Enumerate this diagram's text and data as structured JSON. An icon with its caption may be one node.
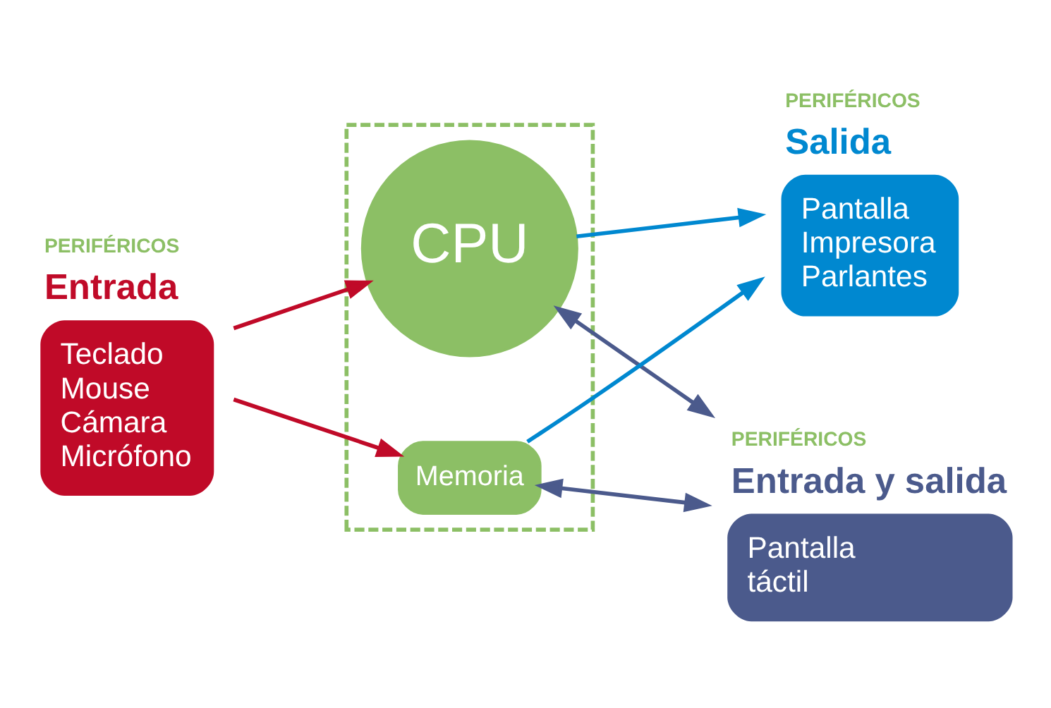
{
  "diagram": {
    "nodes": [
      {
        "text": [],
        "shape": "box"
      },
      {
        "text": [
          "CPU"
        ],
        "in": 0
      },
      {
        "text": [
          "Memoria"
        ],
        "in": 0
      },
      {
        "text": [
          "PERIFÉRICOS",
          "Entrada",
          "Teclado Mouse Cámara Micrófono"
        ]
      },
      {
        "text": [
          "PERIFÉRICOS",
          "Salida",
          "Pantalla Impresora Parlantes"
        ]
      },
      {
        "text": [
          "PERIFÉRICOS",
          "Entrada y salida",
          "Pantalla táctil"
        ]
      }
    ],
    "edges": [
      {
        "from": 3,
        "to": 1,
        "arrow": "to",
        "color": "#c00a28"
      },
      {
        "from": 3,
        "to": 2,
        "arrow": "to",
        "color": "#c00a28"
      },
      {
        "from": 1,
        "to": 4,
        "arrow": "to",
        "color": "#0088d0"
      },
      {
        "from": 2,
        "to": 4,
        "arrow": "to",
        "color": "#0088d0"
      },
      {
        "from": 1,
        "to": 5,
        "arrow": "both",
        "color": "#4b5a8c"
      },
      {
        "from": 2,
        "to": 5,
        "arrow": "both",
        "color": "#4b5a8c"
      }
    ]
  }
}
